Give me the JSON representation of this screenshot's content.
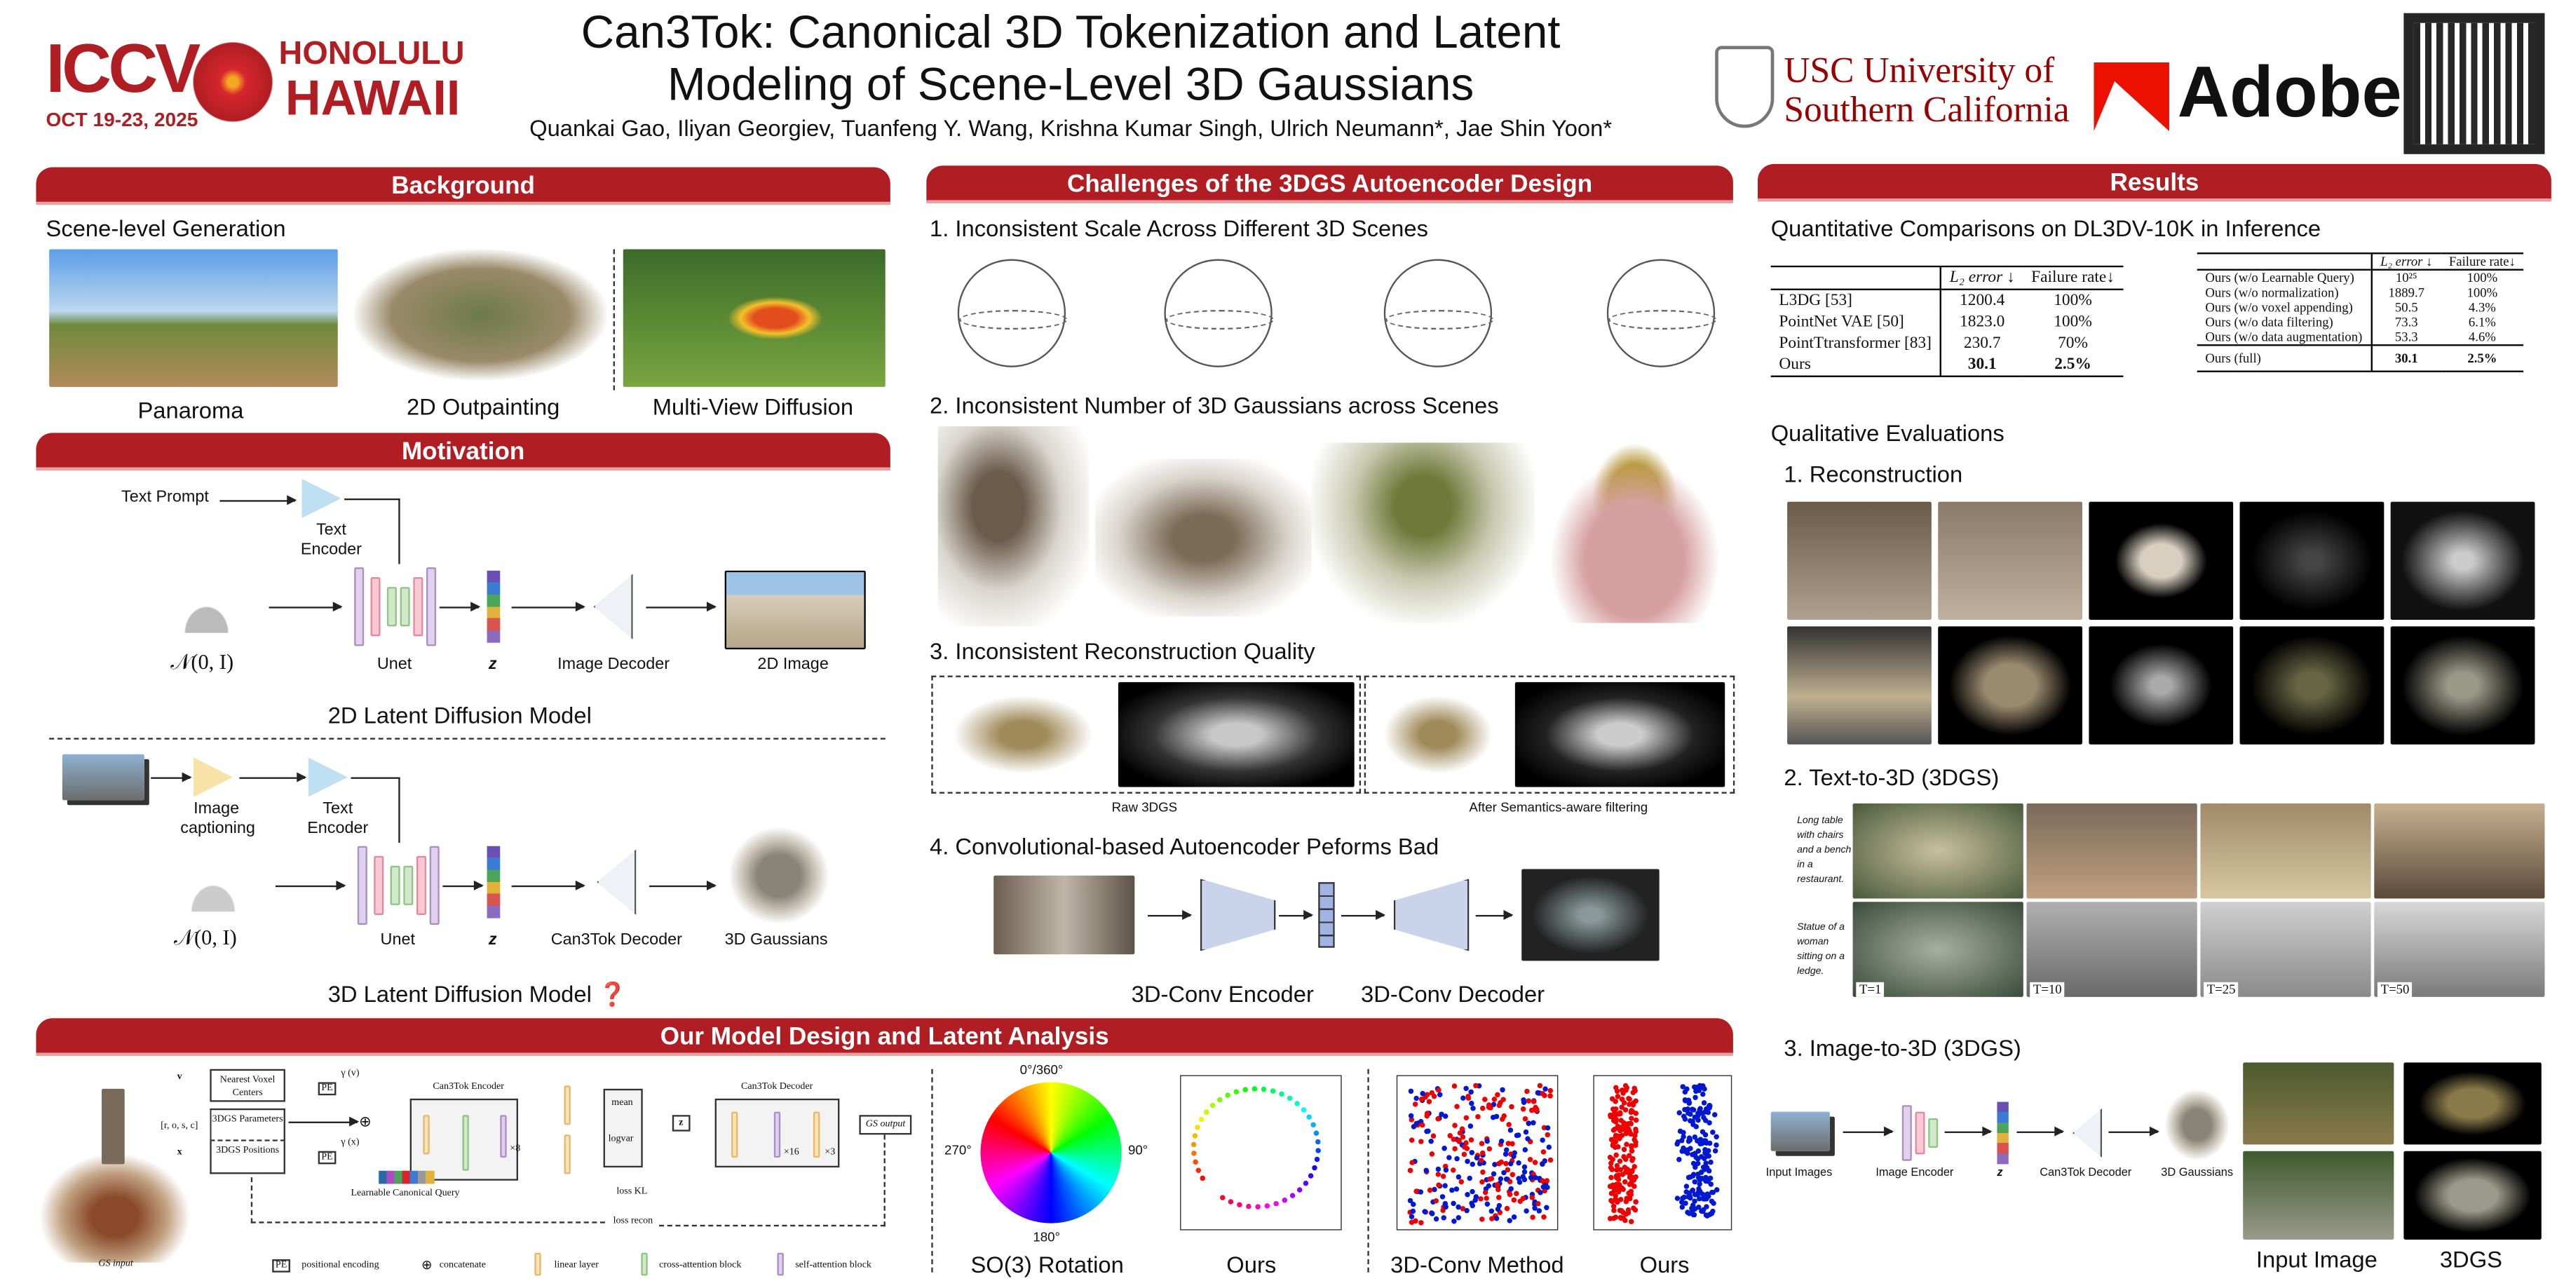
{
  "header": {
    "conf_name": "ICCV",
    "conf_dates": "OCT 19-23, 2025",
    "conf_location_1": "HONOLULU",
    "conf_location_2": "HAWAII",
    "title_line1": "Can3Tok:  Canonical 3D Tokenization and Latent",
    "title_line2": "Modeling of Scene-Level 3D Gaussians",
    "authors": "Quankai Gao, Iliyan Georgiev, Tuanfeng Y. Wang, Krishna Kumar Singh, Ulrich Neumann*, Jae Shin Yoon*",
    "usc_line1": "USC University of",
    "usc_line2": "Southern California",
    "adobe": "Adobe"
  },
  "background": {
    "title": "Background",
    "subtitle": "Scene-level Generation",
    "captions": [
      "Panaroma",
      "2D Outpainting",
      "Multi-View Diffusion"
    ]
  },
  "motivation": {
    "title": "Motivation",
    "text_prompt": "Text Prompt",
    "text_encoder": "Text Encoder",
    "normal": "𝒩(0, I)",
    "unet": "Unet",
    "z": "z",
    "image_decoder": "Image Decoder",
    "image_2d": "2D Image",
    "caption_2d": "2D Latent Diffusion Model",
    "image_captioning": "Image captioning",
    "can3tok_decoder": "Can3Tok Decoder",
    "gaussians_3d": "3D Gaussians",
    "caption_3d": "3D Latent Diffusion Model ❓"
  },
  "challenges": {
    "title": "Challenges of the 3DGS Autoencoder Design",
    "items": [
      "1. Inconsistent Scale Across Different 3D Scenes",
      "2. Inconsistent Number of 3D Gaussians across Scenes",
      "3. Inconsistent Reconstruction Quality",
      "4. Convolutional-based Autoencoder Peforms Bad"
    ],
    "raw_label": "Raw 3DGS",
    "filtered_label": "After Semantics-aware filtering",
    "conv_encoder": "3D-Conv Encoder",
    "conv_decoder": "3D-Conv Decoder"
  },
  "results": {
    "title": "Results",
    "quant_title": "Quantitative Comparisons on DL3DV-10K in Inference",
    "table1": {
      "headers": [
        "",
        "L₂ error ↓",
        "Failure rate↓"
      ],
      "rows": [
        [
          "L3DG [53]",
          "1200.4",
          "100%"
        ],
        [
          "PointNet VAE [50]",
          "1823.0",
          "100%"
        ],
        [
          "PointTtransformer [83]",
          "230.7",
          "70%"
        ],
        [
          "Ours",
          "30.1",
          "2.5%"
        ]
      ]
    },
    "table2": {
      "headers": [
        "",
        "L₂ error ↓",
        "Failure rate↓"
      ],
      "rows": [
        [
          "Ours (w/o Learnable Query)",
          "10²⁵",
          "100%"
        ],
        [
          "Ours (w/o normalization)",
          "1889.7",
          "100%"
        ],
        [
          "Ours (w/o voxel appending)",
          "50.5",
          "4.3%"
        ],
        [
          "Ours (w/o data filtering)",
          "73.3",
          "6.1%"
        ],
        [
          "Ours (w/o data augmentation)",
          "53.3",
          "4.6%"
        ],
        [
          "Ours (full)",
          "30.1",
          "2.5%"
        ]
      ]
    },
    "qual_title": "Qualitative Evaluations",
    "recon": "1. Reconstruction",
    "text23d": "2. Text-to-3D (3DGS)",
    "prompts": [
      "Long table with chairs and a bench in a restaurant.",
      "Statue of a woman sitting on a ledge."
    ],
    "timesteps": [
      "T=1",
      "T=10",
      "T=25",
      "T=50"
    ],
    "img23d": "3. Image-to-3D (3DGS)",
    "input_images": "Input Images",
    "image_encoder": "Image Encoder",
    "z": "z",
    "can3tok_decoder": "Can3Tok Decoder",
    "gaussians": "3D Gaussians",
    "input_image": "Input Image",
    "gs3d": "3DGS"
  },
  "design": {
    "title": "Our Model Design and Latent Analysis",
    "v": "v",
    "rosc": "[r, o, s, c]",
    "x": "x",
    "nearest": "Nearest Voxel Centers",
    "params": "3DGS Parameters",
    "positions": "3DGS Positions",
    "pe": "PE",
    "gamma_v": "γ (v)",
    "gamma_x": "γ (x)",
    "encoder": "Can3Tok Encoder",
    "decoder": "Can3Tok Decoder",
    "x8": "×8",
    "x16": "×16",
    "x3": "×3",
    "mean": "mean",
    "logvar": "logvar",
    "z": "z",
    "gs_output": "GS output",
    "gs_input": "GS input",
    "loss_kl": "loss KL",
    "loss_recon": "loss recon",
    "query": "Learnable Canonical Query",
    "legend": [
      "positional encoding",
      "concatenate",
      "linear layer",
      "cross-attention block",
      "self-attention block"
    ],
    "wheel_top": "0°/360°",
    "wheel_left": "270°",
    "wheel_right": "90°",
    "wheel_bottom": "180°",
    "so3": "SO(3) Rotation",
    "ours": "Ours",
    "conv_method": "3D-Conv Method"
  }
}
